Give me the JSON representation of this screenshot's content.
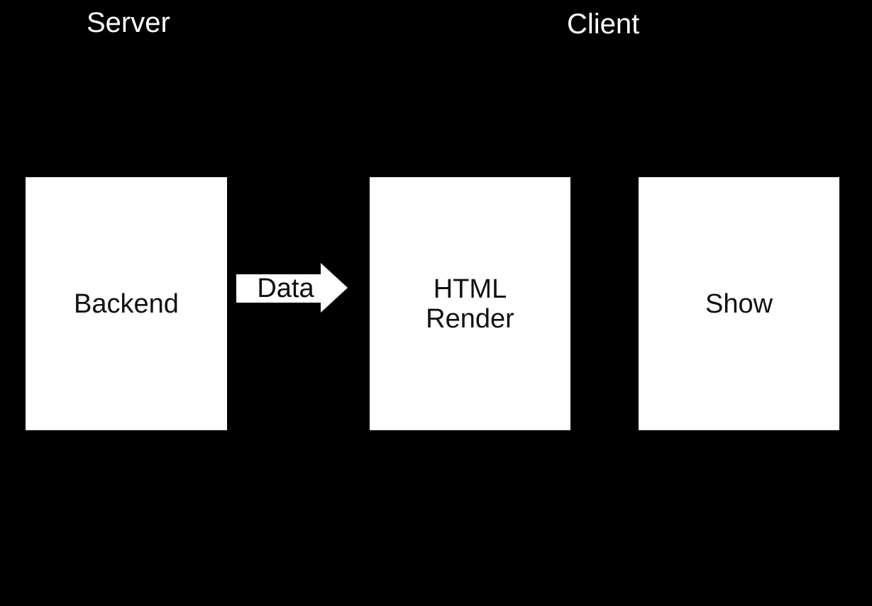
{
  "sections": {
    "server_label": "Server",
    "client_label": "Client"
  },
  "boxes": [
    {
      "id": "backend",
      "lines": [
        "Backend"
      ]
    },
    {
      "id": "html_render",
      "lines": [
        "HTML",
        "Render"
      ]
    },
    {
      "id": "show",
      "lines": [
        "Show"
      ]
    }
  ],
  "arrow": {
    "label": "Data",
    "direction": "right"
  },
  "colors": {
    "background": "#000000",
    "box_fill": "#ffffff",
    "box_text": "#111111",
    "section_label_text": "#ffffff",
    "arrow_fill": "#ffffff",
    "arrow_label_text": "#0d0d0d"
  }
}
